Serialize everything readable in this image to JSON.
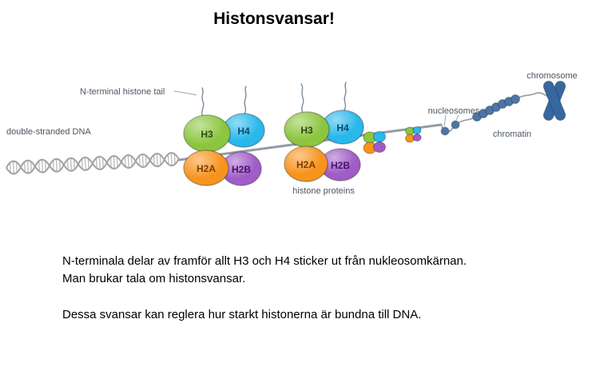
{
  "slide": {
    "title": "Histonsvansar!"
  },
  "diagram": {
    "labels": {
      "n_terminal_tail": "N-terminal histone tail",
      "double_stranded_dna": "double-stranded DNA",
      "histone_proteins": "histone proteins",
      "nucleosomes": "nucleosomes",
      "chromatin": "chromatin",
      "chromosome": "chromosome"
    },
    "histones": {
      "h3": "H3",
      "h4": "H4",
      "h2a": "H2A",
      "h2b": "H2B"
    },
    "colors": {
      "h3": "#8cc63f",
      "h4": "#29b8ec",
      "h2a": "#f7941e",
      "h2b": "#a05cc7",
      "dna": "#a3a3a3",
      "strand": "#939ca4",
      "bead": "#4e74a6",
      "chromosome": "#37679f"
    }
  },
  "body": {
    "p1_line1": "N-terminala delar av framför allt H3 och H4 sticker ut från nukleosomkärnan.",
    "p1_line2": "Man brukar tala om histonsvansar.",
    "p2": "Dessa svansar kan reglera hur starkt histonerna är bundna till DNA."
  }
}
